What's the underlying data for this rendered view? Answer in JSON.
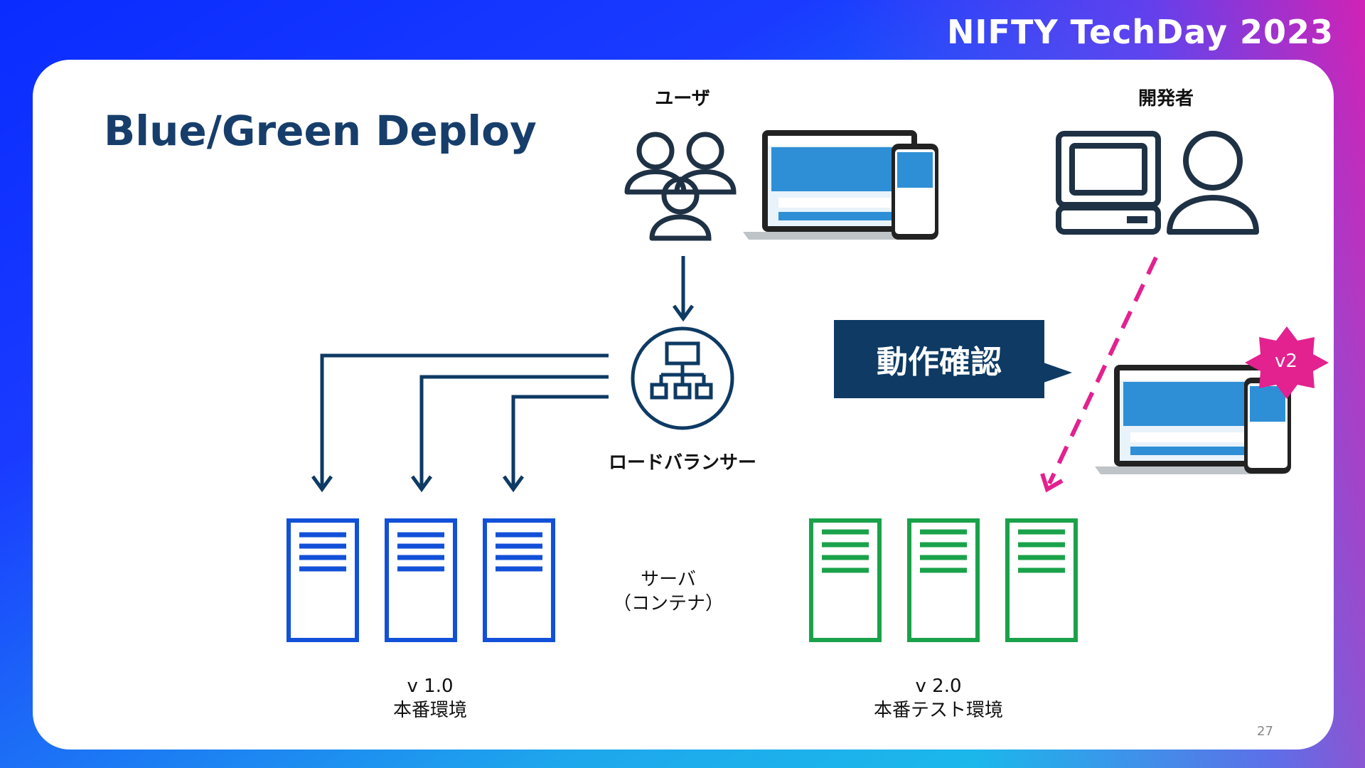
{
  "brand": "NIFTY TechDay 2023",
  "title": "Blue/Green Deploy",
  "labels": {
    "user": "ユーザ",
    "developer": "開発者",
    "load_balancer": "ロードバランサー",
    "server_line1": "サーバ",
    "server_line2": "（コンテナ）",
    "callout": "動作確認",
    "badge": "v2"
  },
  "environments": {
    "blue": {
      "version": "v 1.0",
      "name": "本番環境",
      "color": "#1250d8"
    },
    "green": {
      "version": "v 2.0",
      "name": "本番テスト環境",
      "color": "#1aa24a"
    }
  },
  "colors": {
    "navy": "#0e3a63",
    "icon": "#1f3144",
    "accent_pink": "#e3218f"
  },
  "page_number": "27"
}
